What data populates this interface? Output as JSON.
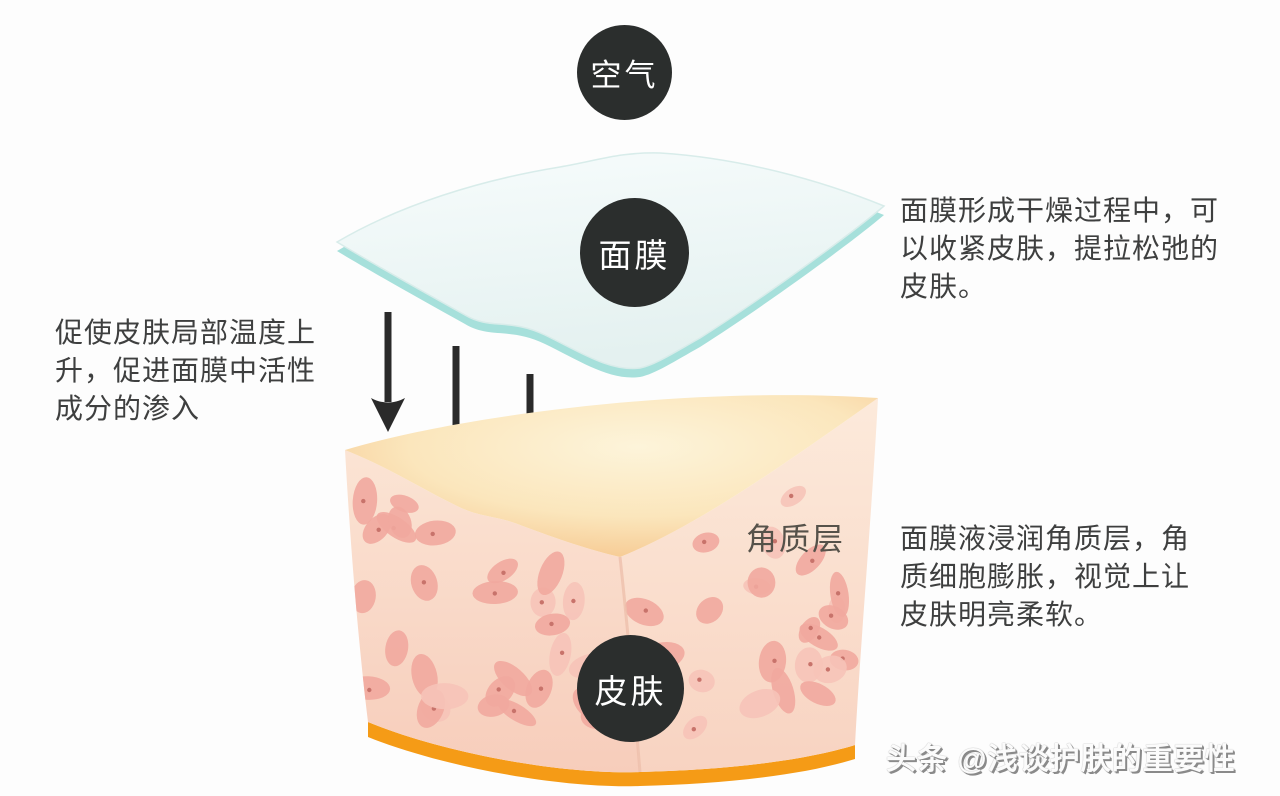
{
  "scene": {
    "circles": {
      "air": "空气",
      "mask": "面膜",
      "skin": "皮肤"
    },
    "layer_label": "角质层",
    "notes": {
      "left": [
        "促使皮肤局部温度上",
        "升，促进面膜中活性",
        "成分的渗入"
      ],
      "right_top": [
        "面膜形成干燥过程中，可",
        "以收紧皮肤，提拉松弛的",
        "皮肤。"
      ],
      "right_bottom": [
        "面膜液浸润角质层，角",
        "质细胞膨胀，视觉上让",
        "皮肤明亮柔软。"
      ]
    },
    "watermark": "头条 @浅谈护肤的重要性",
    "colors": {
      "label_circle_bg": "#2b2e2d",
      "label_circle_text": "#ffffff",
      "note_text": "#3e3f3f",
      "mask_sheet_top": "#eff8f7",
      "mask_sheet_edge": "#a6e0db",
      "skin_top_center": "#fdf4da",
      "skin_top_edge": "#f5c287",
      "skin_face": "#f8d2c0",
      "keratin_cell": "#f1a99e",
      "base_band": "#f59b16",
      "arrow": "#2a2a2a"
    }
  }
}
